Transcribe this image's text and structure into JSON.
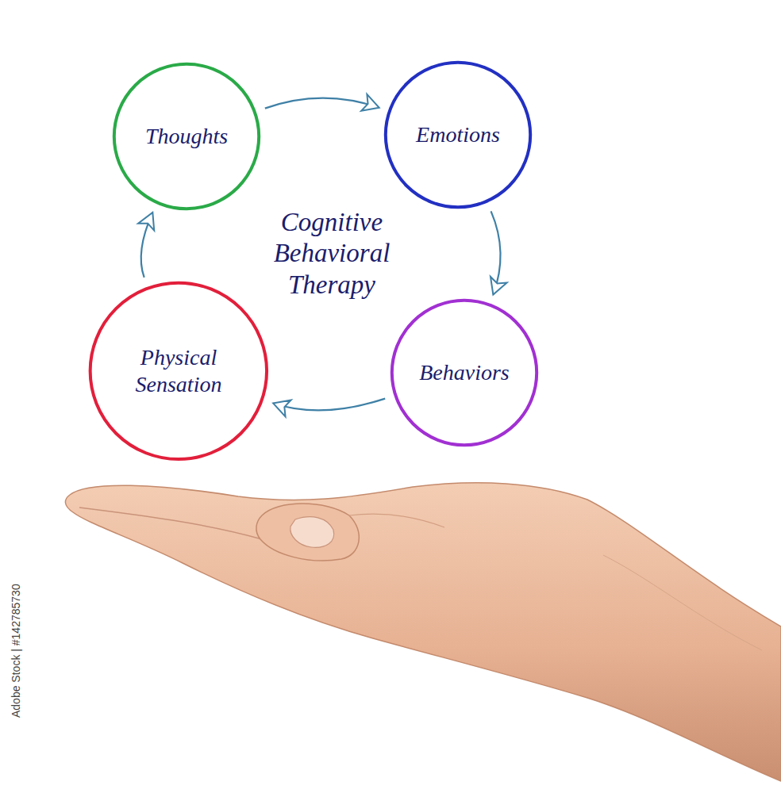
{
  "diagram": {
    "title": "Cognitive Behavioral Therapy",
    "nodes": [
      {
        "text": [
          "Thoughts"
        ]
      },
      {
        "text": [
          "Emotions"
        ]
      },
      {
        "text": [
          "Physical Sensation"
        ]
      },
      {
        "text": [
          "Behaviors"
        ]
      }
    ],
    "edges": [
      {
        "from": 0,
        "to": 1,
        "arrow": "to"
      },
      {
        "from": 1,
        "to": 3,
        "arrow": "to"
      },
      {
        "from": 3,
        "to": 2,
        "arrow": "to"
      },
      {
        "from": 2,
        "to": 0,
        "arrow": "to"
      }
    ],
    "labels": [
      "Adobe Stock | #142785730"
    ]
  }
}
